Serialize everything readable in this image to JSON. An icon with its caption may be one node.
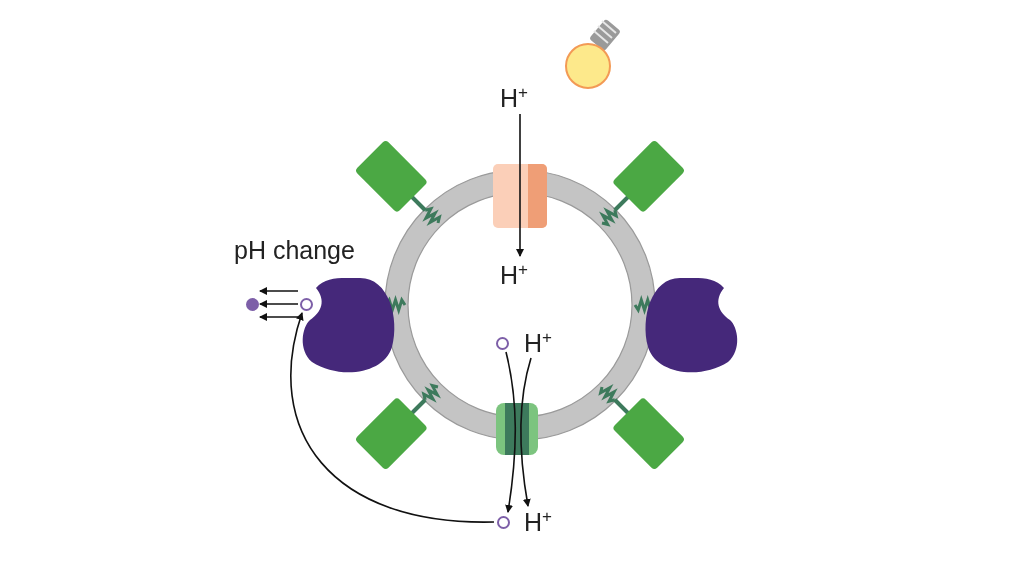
{
  "diagram": {
    "nodes": [
      {
        "text": [
          "H$^{+}$"
        ]
      },
      {
        "text": [
          "H$^{+}$"
        ]
      },
      {
        "text": [],
        "shape": "circle"
      },
      {
        "text": [
          "H$^{+}$"
        ]
      },
      {
        "text": [],
        "shape": "circle"
      },
      {
        "text": [
          "H$^{+}$"
        ]
      },
      {
        "text": [],
        "shape": "circle"
      },
      {
        "text": [],
        "shape": "circle"
      }
    ],
    "edges": [
      {
        "from": 0,
        "to": 1,
        "arrow": "to"
      },
      {
        "from": 2,
        "to": 4,
        "arrow": "to"
      },
      {
        "from": 3,
        "to": 5,
        "arrow": "to"
      },
      {
        "from": 4,
        "to": 6,
        "arrow": "to"
      },
      {
        "from": 6,
        "to": 7,
        "arrow": "to"
      },
      {
        "from": 6,
        "to": 7,
        "arrow": "to"
      },
      {
        "from": 6,
        "to": 7,
        "arrow": "to"
      }
    ],
    "labels": [
      "pH change"
    ]
  }
}
